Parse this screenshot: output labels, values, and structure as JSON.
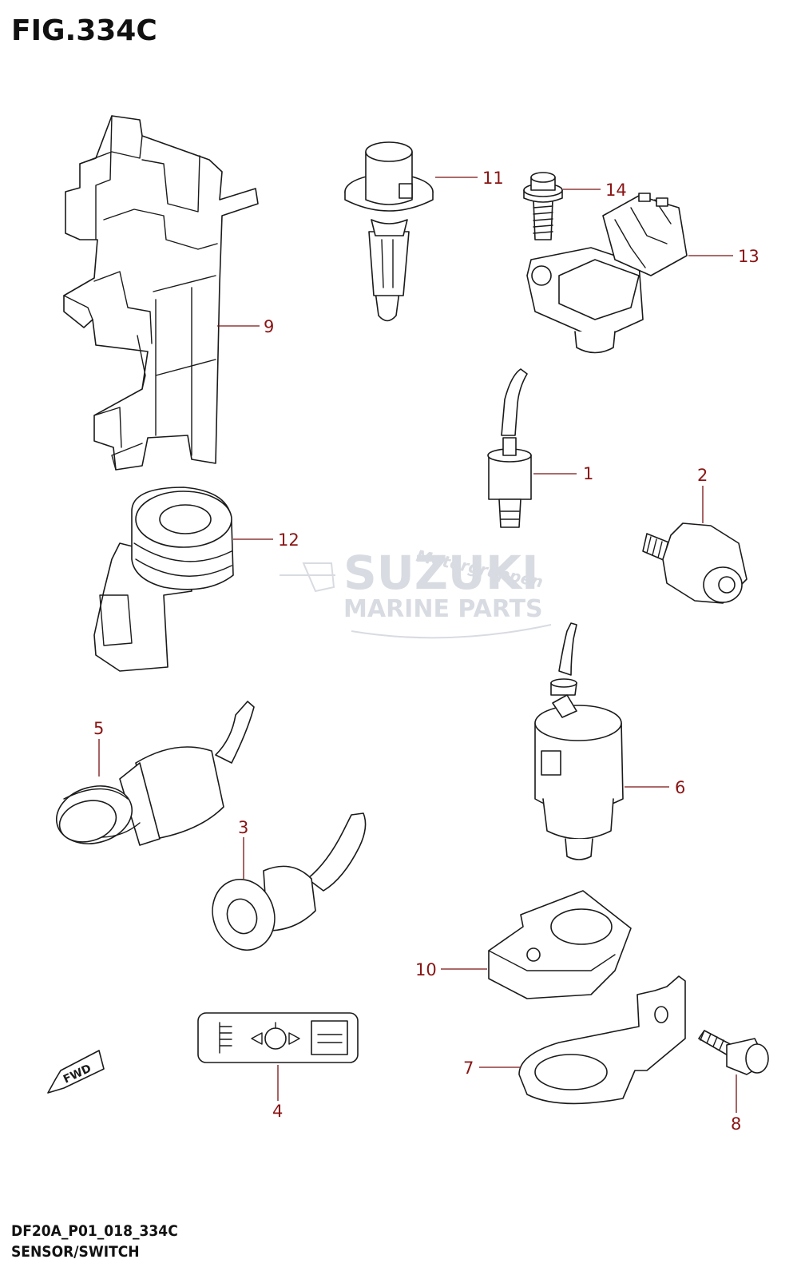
{
  "figure": {
    "title": "FIG.334C",
    "code": "DF20A_P01_018_334C",
    "name": "SENSOR/SWITCH"
  },
  "watermark": {
    "brand": "SUZUKI",
    "subtitle": "MARINE PARTS",
    "script": "Motorgruppen"
  },
  "fwd_label": "FWD",
  "callouts": {
    "c1": "1",
    "c2": "2",
    "c3": "3",
    "c4": "4",
    "c5": "5",
    "c6": "6",
    "c7": "7",
    "c8": "8",
    "c9": "9",
    "c10": "10",
    "c11": "11",
    "c12": "12",
    "c13": "13",
    "c14": "14"
  },
  "colors": {
    "callout": "#8a1414",
    "line": "#1a1a1a",
    "watermark": "#d4d8de"
  }
}
